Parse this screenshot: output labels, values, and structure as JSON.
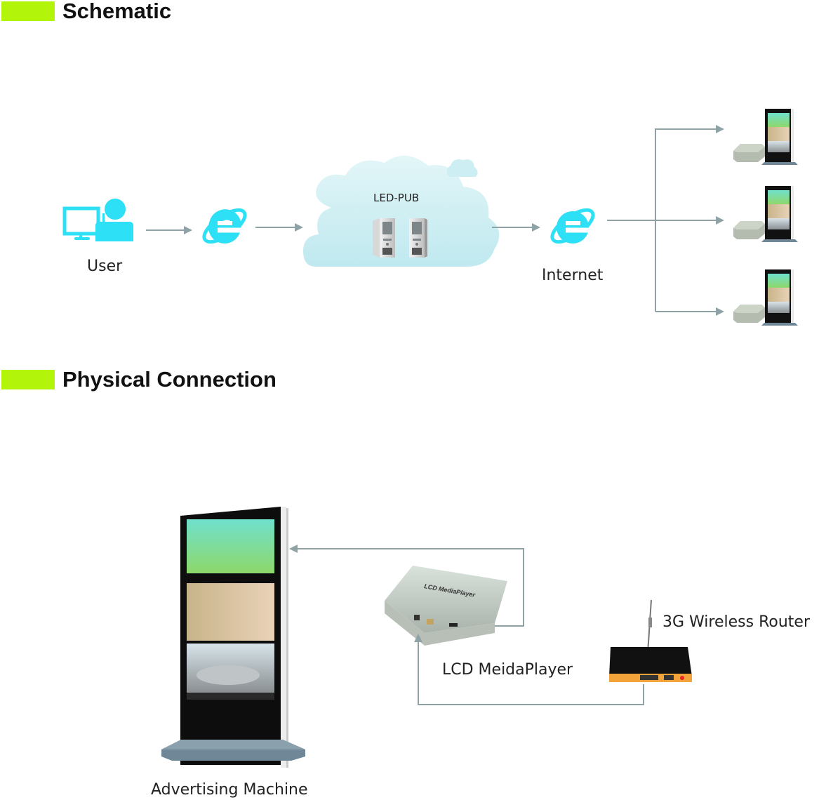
{
  "sections": {
    "schematic": {
      "title": "Schematic"
    },
    "physical": {
      "title": "Physical Connection"
    }
  },
  "colors": {
    "section_marker": "#b2f40a",
    "icon_cyan": "#2ee0f5",
    "connector_gray": "#8fa3a6",
    "cloud_fill": "#cfeff3"
  },
  "schematic": {
    "nodes": {
      "user": {
        "label": "User",
        "icon": "user-computer-icon"
      },
      "browser": {
        "icon": "internet-explorer-icon"
      },
      "cloud": {
        "label": "LED-PUB",
        "icon": "cloud-servers-icon"
      },
      "internet": {
        "label": "Internet",
        "icon": "internet-explorer-icon"
      }
    },
    "terminals": [
      {
        "icon": "advertising-terminal-icon"
      },
      {
        "icon": "advertising-terminal-icon"
      },
      {
        "icon": "advertising-terminal-icon"
      }
    ]
  },
  "physical": {
    "advertising_machine": {
      "label": "Advertising Machine"
    },
    "media_player": {
      "label": "LCD MeidaPlayer",
      "device_text": "LCD MediaPlayer"
    },
    "router": {
      "label": "3G Wireless Router"
    }
  }
}
